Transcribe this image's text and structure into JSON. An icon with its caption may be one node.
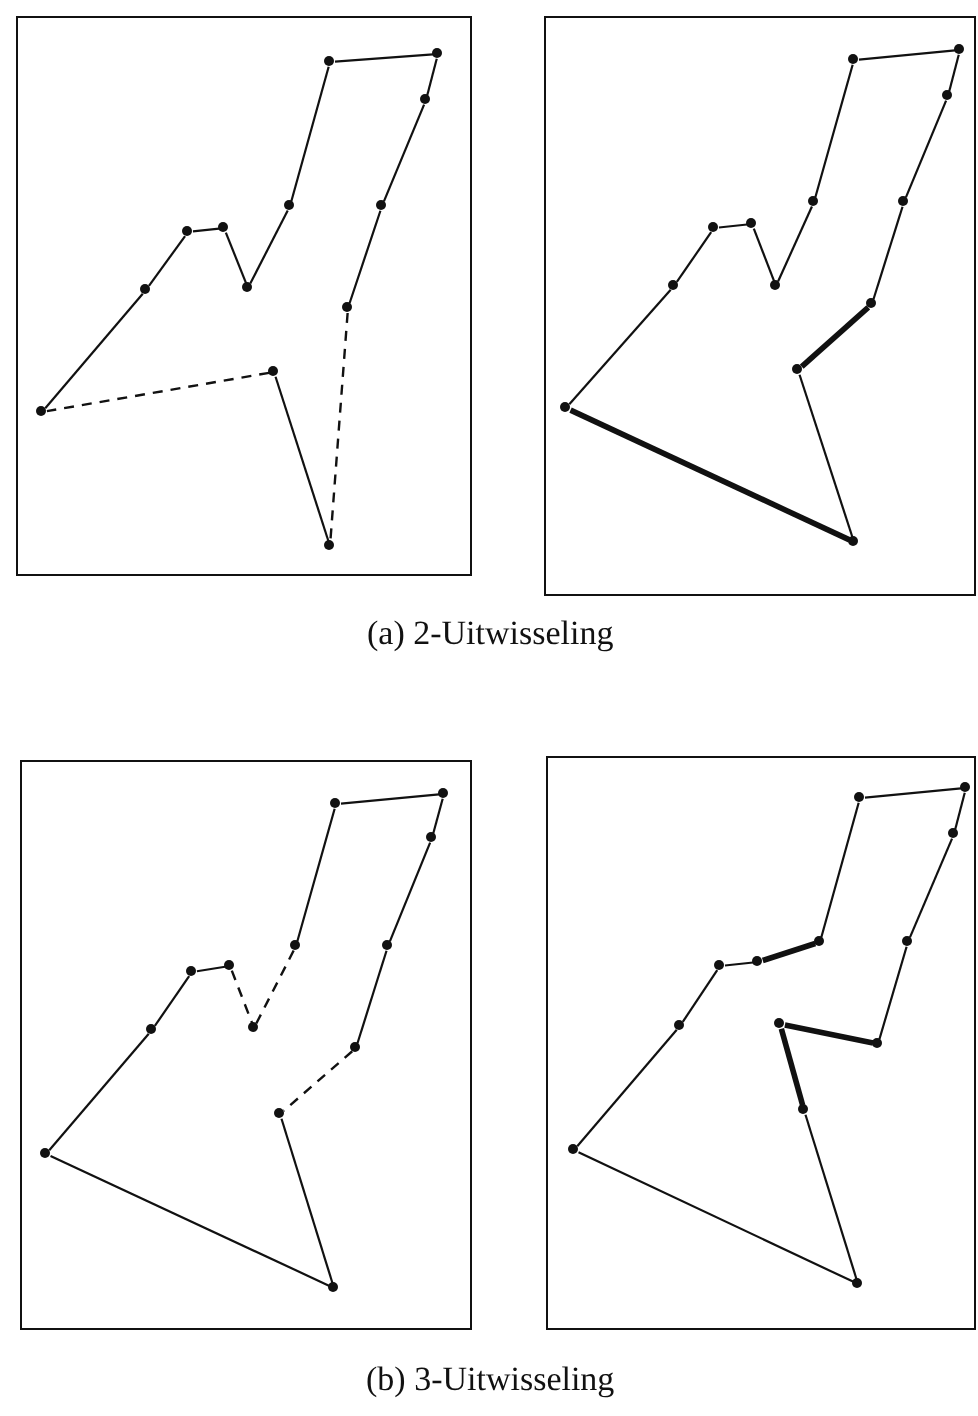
{
  "diagram": {
    "nodes": [
      {
        "text": [],
        "shape": "box"
      },
      {
        "text": [],
        "shape": "circle",
        "in": 0
      },
      {
        "text": [],
        "shape": "circle",
        "in": 0
      },
      {
        "text": [],
        "shape": "circle",
        "in": 0
      },
      {
        "text": [],
        "shape": "circle",
        "in": 0
      },
      {
        "text": [],
        "shape": "circle",
        "in": 0
      },
      {
        "text": [],
        "shape": "circle",
        "in": 0
      },
      {
        "text": [],
        "shape": "circle",
        "in": 0
      },
      {
        "text": [],
        "shape": "circle",
        "in": 0
      },
      {
        "text": [],
        "shape": "circle",
        "in": 0
      },
      {
        "text": [],
        "shape": "circle",
        "in": 0
      },
      {
        "text": [],
        "shape": "circle",
        "in": 0
      },
      {
        "text": [],
        "shape": "circle",
        "in": 0
      },
      {
        "text": [],
        "shape": "circle",
        "in": 0
      },
      {
        "text": [],
        "shape": "box"
      },
      {
        "text": [],
        "shape": "circle",
        "in": 14
      },
      {
        "text": [],
        "shape": "circle",
        "in": 14
      },
      {
        "text": [],
        "shape": "circle",
        "in": 14
      },
      {
        "text": [],
        "shape": "circle",
        "in": 14
      },
      {
        "text": [],
        "shape": "circle",
        "in": 14
      },
      {
        "text": [],
        "shape": "circle",
        "in": 14
      },
      {
        "text": [],
        "shape": "circle",
        "in": 14
      },
      {
        "text": [],
        "shape": "circle",
        "in": 14
      },
      {
        "text": [],
        "shape": "circle",
        "in": 14
      },
      {
        "text": [],
        "shape": "circle",
        "in": 14
      },
      {
        "text": [],
        "shape": "circle",
        "in": 14
      },
      {
        "text": [],
        "shape": "circle",
        "in": 14
      },
      {
        "text": [],
        "shape": "circle",
        "in": 14
      },
      {
        "text": [],
        "shape": "box"
      },
      {
        "text": [],
        "shape": "circle",
        "in": 28
      },
      {
        "text": [],
        "shape": "circle",
        "in": 28
      },
      {
        "text": [],
        "shape": "circle",
        "in": 28
      },
      {
        "text": [],
        "shape": "circle",
        "in": 28
      },
      {
        "text": [],
        "shape": "circle",
        "in": 28
      },
      {
        "text": [],
        "shape": "circle",
        "in": 28
      },
      {
        "text": [],
        "shape": "circle",
        "in": 28
      },
      {
        "text": [],
        "shape": "circle",
        "in": 28
      },
      {
        "text": [],
        "shape": "circle",
        "in": 28
      },
      {
        "text": [],
        "shape": "circle",
        "in": 28
      },
      {
        "text": [],
        "shape": "circle",
        "in": 28
      },
      {
        "text": [],
        "shape": "circle",
        "in": 28
      },
      {
        "text": [],
        "shape": "circle",
        "in": 28
      },
      {
        "text": [],
        "shape": "box"
      },
      {
        "text": [],
        "shape": "circle",
        "in": 42
      },
      {
        "text": [],
        "shape": "circle",
        "in": 42
      },
      {
        "text": [],
        "shape": "circle",
        "in": 42
      },
      {
        "text": [],
        "shape": "circle",
        "in": 42
      },
      {
        "text": [],
        "shape": "circle",
        "in": 42
      },
      {
        "text": [],
        "shape": "circle",
        "in": 42
      },
      {
        "text": [],
        "shape": "circle",
        "in": 42
      },
      {
        "text": [],
        "shape": "circle",
        "in": 42
      },
      {
        "text": [],
        "shape": "circle",
        "in": 42
      },
      {
        "text": [],
        "shape": "circle",
        "in": 42
      },
      {
        "text": [],
        "shape": "circle",
        "in": 42
      },
      {
        "text": [],
        "shape": "circle",
        "in": 42
      },
      {
        "text": [],
        "shape": "circle",
        "in": 42
      }
    ],
    "edges": [
      {
        "from": 1,
        "to": 2,
        "arrow": "none"
      },
      {
        "from": 2,
        "to": 3,
        "arrow": "none"
      },
      {
        "from": 3,
        "to": 4,
        "arrow": "none"
      },
      {
        "from": 4,
        "to": 5,
        "arrow": "none"
      },
      {
        "from": 5,
        "to": 6,
        "arrow": "none"
      },
      {
        "from": 6,
        "to": 7,
        "arrow": "none"
      },
      {
        "from": 7,
        "to": 8,
        "arrow": "none"
      },
      {
        "from": 8,
        "to": 9,
        "arrow": "none"
      },
      {
        "from": 9,
        "to": 10,
        "arrow": "none"
      },
      {
        "from": 10,
        "to": 11,
        "arrow": "none"
      },
      {
        "from": 11,
        "to": 13,
        "arrow": "none",
        "style": "dashed"
      },
      {
        "from": 13,
        "to": 12,
        "arrow": "none"
      },
      {
        "from": 12,
        "to": 1,
        "arrow": "none",
        "style": "dashed"
      },
      {
        "from": 15,
        "to": 16,
        "arrow": "none"
      },
      {
        "from": 16,
        "to": 17,
        "arrow": "none"
      },
      {
        "from": 17,
        "to": 18,
        "arrow": "none"
      },
      {
        "from": 18,
        "to": 19,
        "arrow": "none"
      },
      {
        "from": 19,
        "to": 20,
        "arrow": "none"
      },
      {
        "from": 20,
        "to": 21,
        "arrow": "none"
      },
      {
        "from": 21,
        "to": 22,
        "arrow": "none"
      },
      {
        "from": 22,
        "to": 23,
        "arrow": "none"
      },
      {
        "from": 23,
        "to": 24,
        "arrow": "none"
      },
      {
        "from": 24,
        "to": 25,
        "arrow": "none"
      },
      {
        "from": 25,
        "to": 26,
        "arrow": "none",
        "style": "thick"
      },
      {
        "from": 26,
        "to": 27,
        "arrow": "none"
      },
      {
        "from": 27,
        "to": 15,
        "arrow": "none",
        "style": "thick"
      },
      {
        "from": 29,
        "to": 30,
        "arrow": "none"
      },
      {
        "from": 30,
        "to": 31,
        "arrow": "none"
      },
      {
        "from": 31,
        "to": 32,
        "arrow": "none"
      },
      {
        "from": 32,
        "to": 33,
        "arrow": "none",
        "style": "dashed"
      },
      {
        "from": 33,
        "to": 34,
        "arrow": "none",
        "style": "dashed"
      },
      {
        "from": 34,
        "to": 35,
        "arrow": "none"
      },
      {
        "from": 35,
        "to": 36,
        "arrow": "none"
      },
      {
        "from": 36,
        "to": 37,
        "arrow": "none"
      },
      {
        "from": 37,
        "to": 38,
        "arrow": "none"
      },
      {
        "from": 38,
        "to": 39,
        "arrow": "none"
      },
      {
        "from": 39,
        "to": 40,
        "arrow": "none",
        "style": "dashed"
      },
      {
        "from": 40,
        "to": 41,
        "arrow": "none"
      },
      {
        "from": 41,
        "to": 29,
        "arrow": "none"
      },
      {
        "from": 43,
        "to": 44,
        "arrow": "none"
      },
      {
        "from": 44,
        "to": 45,
        "arrow": "none"
      },
      {
        "from": 45,
        "to": 46,
        "arrow": "none"
      },
      {
        "from": 46,
        "to": 47,
        "arrow": "none",
        "style": "thick"
      },
      {
        "from": 47,
        "to": 48,
        "arrow": "none"
      },
      {
        "from": 48,
        "to": 49,
        "arrow": "none"
      },
      {
        "from": 49,
        "to": 50,
        "arrow": "none"
      },
      {
        "from": 50,
        "to": 51,
        "arrow": "none"
      },
      {
        "from": 51,
        "to": 52,
        "arrow": "none"
      },
      {
        "from": 52,
        "to": 53,
        "arrow": "none",
        "style": "thick"
      },
      {
        "from": 53,
        "to": 54,
        "arrow": "none",
        "style": "thick"
      },
      {
        "from": 54,
        "to": 55,
        "arrow": "none"
      },
      {
        "from": 55,
        "to": 43,
        "arrow": "none"
      }
    ],
    "labels": [
      "(a) 2-Uitwisseling",
      "(b) 3-Uitwisseling"
    ]
  }
}
